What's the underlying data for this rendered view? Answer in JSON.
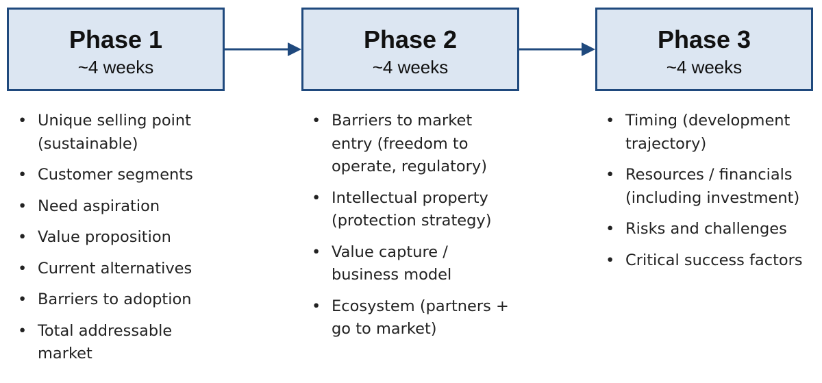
{
  "phases": [
    {
      "title": "Phase 1",
      "duration": "~4 weeks",
      "bullets": [
        "Unique selling point (sustainable)",
        "Customer segments",
        "Need aspiration",
        "Value proposition",
        "Current alternatives",
        "Barriers to adoption",
        "Total addressable market"
      ]
    },
    {
      "title": "Phase 2",
      "duration": "~4 weeks",
      "bullets": [
        "Barriers to market entry (freedom to operate, regulatory)",
        "Intellectual property (protection strategy)",
        "Value capture / business model",
        "Ecosystem (partners + go to market)"
      ]
    },
    {
      "title": "Phase 3",
      "duration": "~4 weeks",
      "bullets": [
        "Timing (development trajectory)",
        "Resources / financials (including investment)",
        "Risks and challenges",
        "Critical success factors"
      ]
    }
  ],
  "bullet_glyph": "•",
  "colors": {
    "box_fill": "#dce6f2",
    "box_border": "#1f497d",
    "arrow": "#1f497d"
  }
}
